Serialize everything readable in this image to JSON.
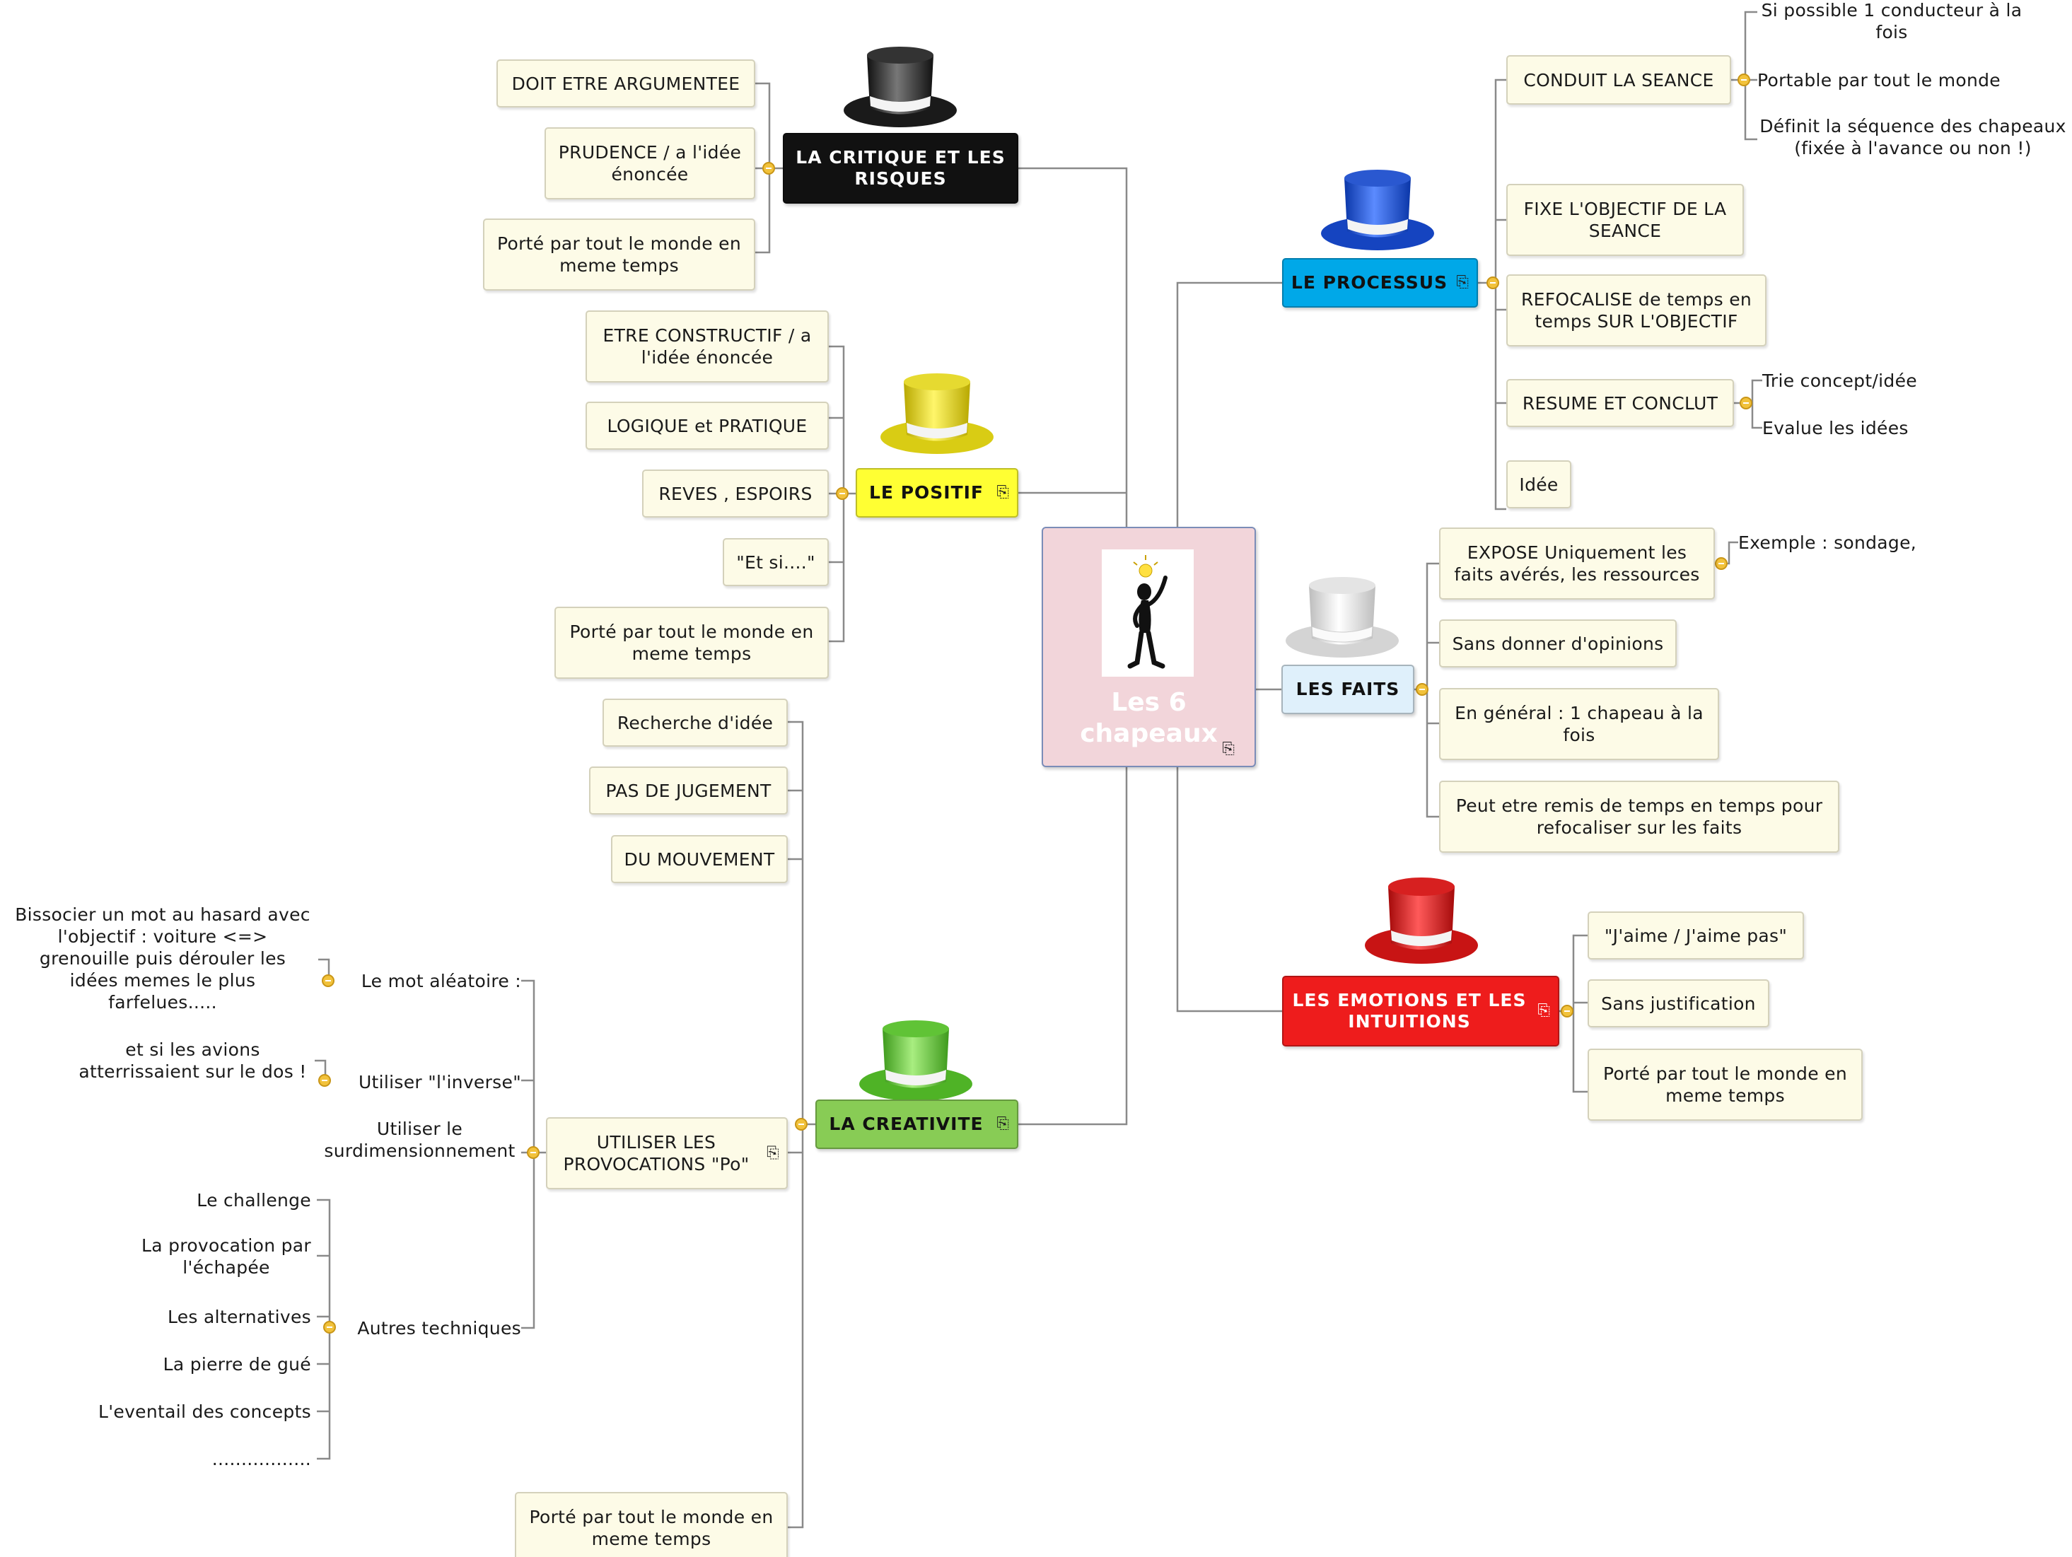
{
  "diagram": {
    "center": {
      "title": "Les 6\nchapeaux",
      "icon": "paperclip-icon",
      "image": "thinking-man-lightbulb-icon"
    },
    "branches": [
      {
        "id": "critique",
        "label": "LA CRITIQUE ET LES\nRISQUES",
        "color": "#111111",
        "text_color": "#ffffff",
        "hat": "black-hat-icon",
        "attachment": false,
        "children": [
          "DOIT ETRE ARGUMENTEE",
          "PRUDENCE / a l'idée\nénoncée",
          "Porté par tout le monde en\nmeme temps"
        ]
      },
      {
        "id": "positif",
        "label": "LE POSITIF",
        "color": "#ffff33",
        "text_color": "#111111",
        "hat": "yellow-hat-icon",
        "attachment": true,
        "children": [
          "ETRE CONSTRUCTIF / a\nl'idée énoncée",
          "LOGIQUE et  PRATIQUE",
          "REVES , ESPOIRS",
          "\"Et si....\"",
          "Porté par tout le monde en\nmeme temps"
        ]
      },
      {
        "id": "creativite",
        "label": "LA CREATIVITE",
        "color": "#88cc55",
        "text_color": "#111111",
        "hat": "green-hat-icon",
        "attachment": true,
        "children": [
          "Recherche d'idée",
          "PAS DE JUGEMENT",
          "DU MOUVEMENT",
          "UTILISER LES\nPROVOCATIONS \"Po\"",
          "Porté par tout le monde en\nmeme temps"
        ],
        "provocations": {
          "items": [
            "Le mot aléatoire :",
            "Utiliser \"l'inverse\"",
            "Utiliser le\nsurdimensionnement",
            "Autres techniques"
          ],
          "mot_aleatoire_detail": "Bissocier un mot au hasard avec\nl'objectif : voiture <=>\ngrenouille puis dérouler les\nidées memes le plus\nfarfelues.....",
          "inverse_detail": "et si les avions\natterrissaient sur le dos !",
          "autres_techniques": [
            "Le challenge",
            "La provocation par\nl'échapée",
            "Les alternatives",
            "La pierre de gué",
            "L'eventail des concepts",
            "................."
          ]
        }
      },
      {
        "id": "processus",
        "label": "LE PROCESSUS",
        "color": "#00a8e8",
        "text_color": "#111111",
        "hat": "blue-hat-icon",
        "attachment": true,
        "children": [
          "CONDUIT LA SEANCE",
          "FIXE L'OBJECTIF DE LA\nSEANCE",
          "REFOCALISE de temps en\ntemps SUR L'OBJECTIF",
          "RESUME ET CONCLUT",
          "Idée"
        ],
        "conduit_details": [
          "Si possible 1 conducteur à la\nfois",
          "Portable par tout le monde",
          "Définit la séquence des chapeaux\n(fixée à l'avance ou non !)"
        ],
        "resume_details": [
          "Trie concept/idée",
          "Evalue les idées"
        ]
      },
      {
        "id": "faits",
        "label": "LES FAITS",
        "color": "#dff0fb",
        "text_color": "#111111",
        "hat": "white-hat-icon",
        "attachment": false,
        "children": [
          "EXPOSE Uniquement les\nfaits avérés, les ressources",
          "Sans donner d'opinions",
          "En général :  1 chapeau à la\nfois",
          "Peut etre remis de temps en temps pour\nrefocaliser sur les faits"
        ],
        "expose_detail": "Exemple :  sondage,"
      },
      {
        "id": "emotions",
        "label": "LES EMOTIONS ET LES\nINTUITIONS",
        "color": "#ee1c1c",
        "text_color": "#ffffff",
        "hat": "red-hat-icon",
        "attachment": true,
        "children": [
          "\"J'aime / J'aime pas\"",
          "Sans justification",
          "Porté par tout le monde en\nmeme temps"
        ]
      }
    ],
    "colors": {
      "connector": "#8a8a8a",
      "node_fill": "#fdfbe7",
      "node_border": "#d4d1bb",
      "collapse_dot": "#f2c23b",
      "center_fill": "#f2d5da"
    }
  }
}
